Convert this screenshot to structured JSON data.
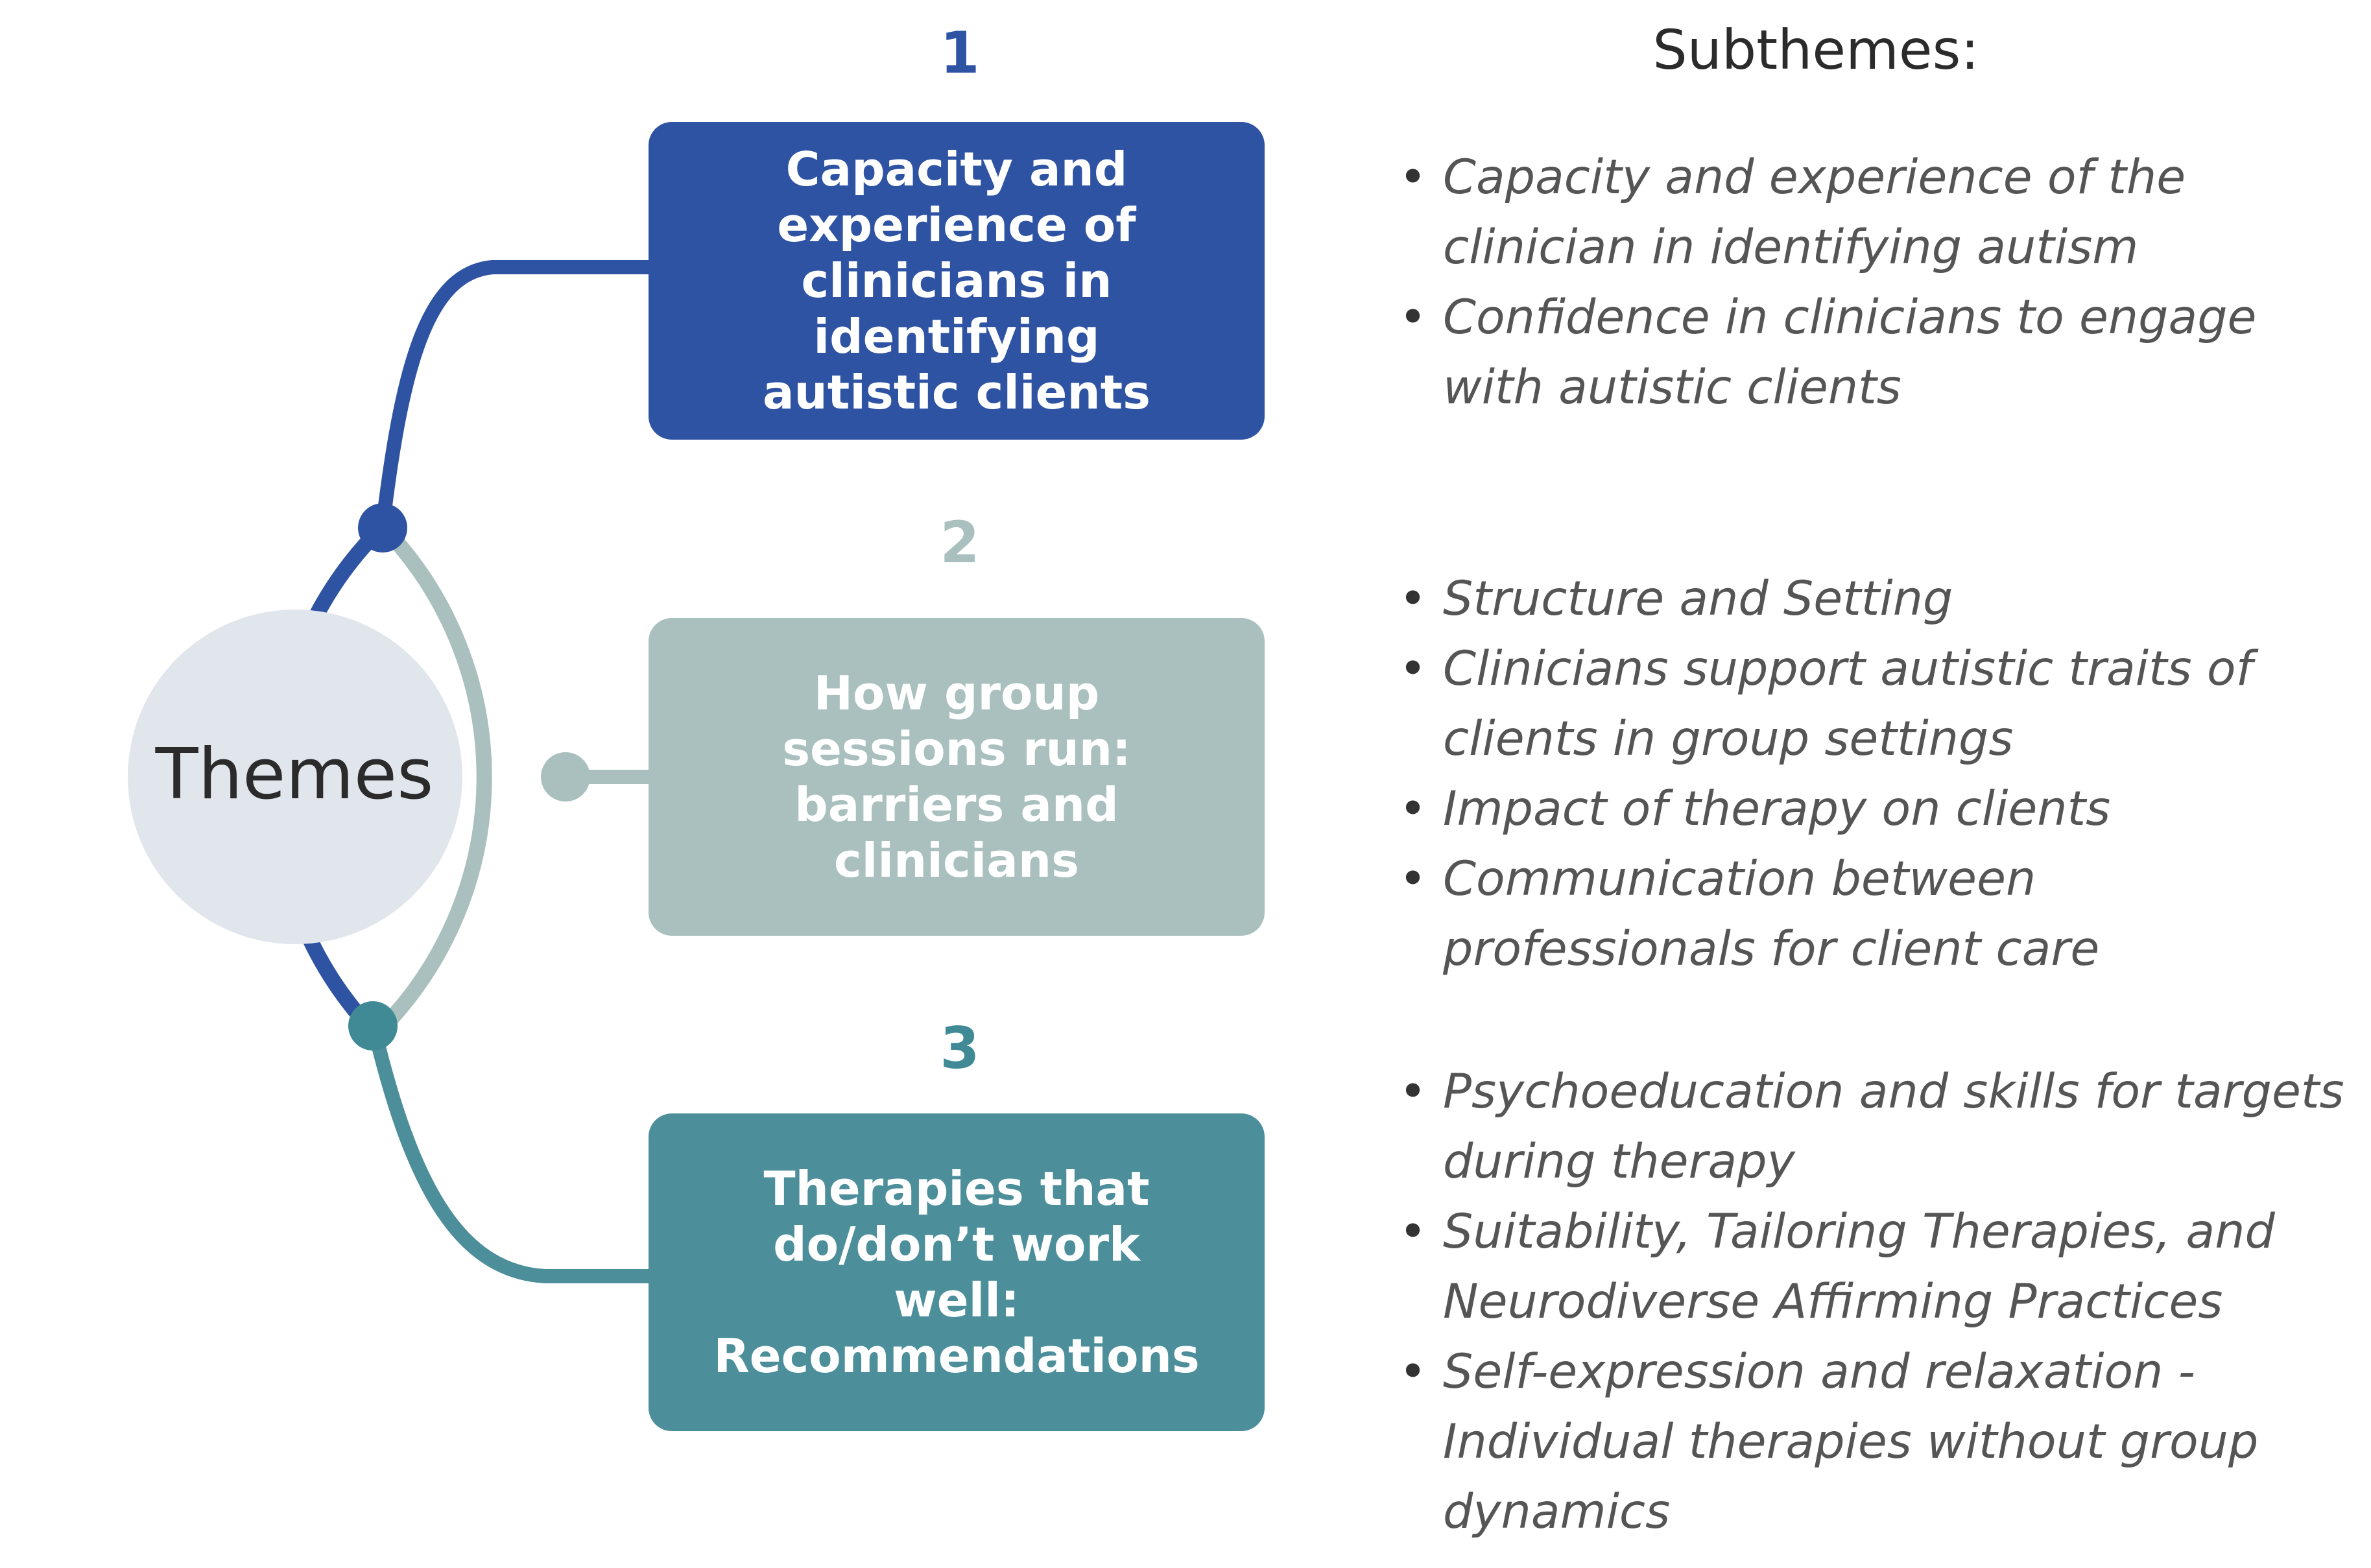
{
  "center": {
    "label": "Themes"
  },
  "themes": [
    {
      "number": "1",
      "title": "Capacity and experience of clinicians in identifying autistic clients",
      "color": "#2f53a3"
    },
    {
      "number": "2",
      "title": "How group sessions run: barriers and clinicians",
      "color": "#a9c0be"
    },
    {
      "number": "3",
      "title": "Therapies that do/don’t work well: Recommendations",
      "color": "#4c8f9b"
    }
  ],
  "subthemes": {
    "heading": "Subthemes:",
    "groups": [
      [
        "Capacity and experience of the clinician in identifying autism",
        "Confidence in clinicians to engage with autistic clients"
      ],
      [
        "Structure and Setting",
        "Clinicians support autistic traits of clients in group settings",
        "Impact of therapy on clients",
        "Communication between professionals for client care"
      ],
      [
        "Psychoeducation and skills for targets during therapy",
        "Suitability, Tailoring Therapies, and Neurodiverse Affirming Practices",
        "Self-expression and relaxation - Individual therapies without group dynamics"
      ]
    ]
  }
}
